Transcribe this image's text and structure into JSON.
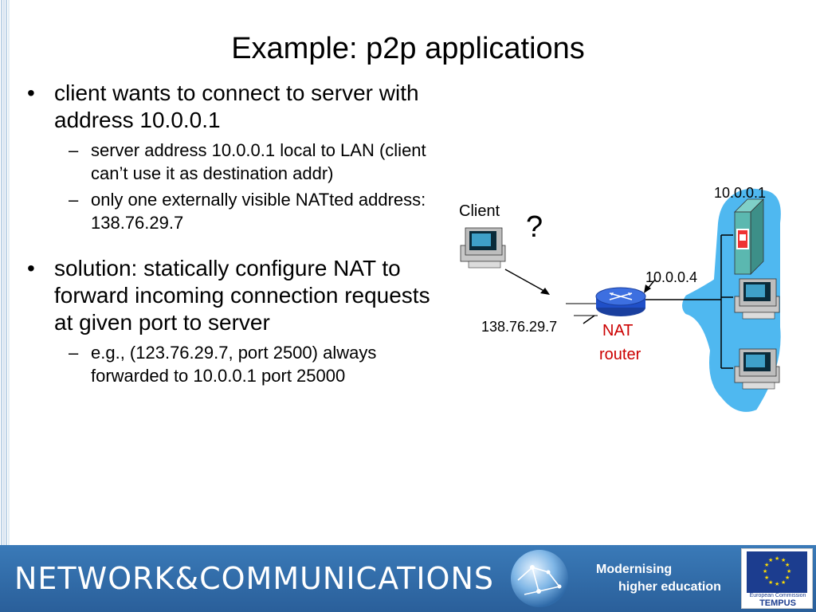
{
  "slide": {
    "title": "Example: p2p applications"
  },
  "bullets": [
    {
      "text": "client wants to connect to server with address 10.0.0.1",
      "subs": [
        "server address 10.0.0.1 local to LAN (client can’t use it as destination addr)",
        "only one externally visible NATted address: 138.76.29.7"
      ]
    },
    {
      "text": "solution: statically configure NAT to forward incoming connection requests at given port to server",
      "subs": [
        "e.g., (123.76.29.7, port 2500) always forwarded to 10.0.0.1 port 25000"
      ]
    }
  ],
  "diagram": {
    "client_label": "Client",
    "question_mark": "?",
    "server_ip": "10.0.0.1",
    "router_lan_ip": "10.0.0.4",
    "router_wan_ip": "138.76.29.7",
    "router_label_line1": "NAT",
    "router_label_line2": "router",
    "colors": {
      "lan_cloud": "#4fb8f0",
      "router": "#1f4fc8",
      "nat_label": "#cc0000",
      "server": "#5bb8b0"
    }
  },
  "footer": {
    "title": "NETWORK&COMMUNICATIONS",
    "tagline_line1": "Modernising",
    "tagline_line2": "higher education",
    "logo_small_text": "European Commission",
    "logo_big_text": "TEMPUS",
    "colors": {
      "bar": "#2f6aa8",
      "eu_blue": "#1c3d8f",
      "eu_star": "#ffdd00"
    }
  }
}
